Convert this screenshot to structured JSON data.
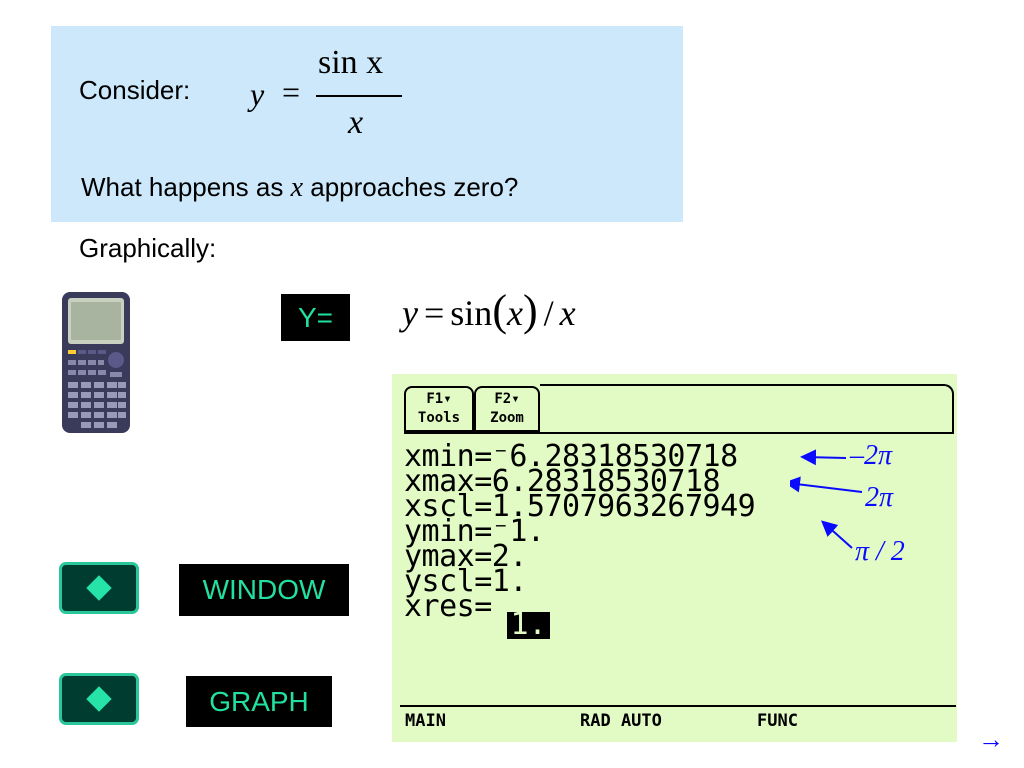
{
  "header": {
    "consider_label": "Consider:",
    "equation": {
      "lhs": "y",
      "eq": "=",
      "numerator": "sin x",
      "denominator": "x"
    },
    "question_pre": "What happens as ",
    "question_var": "x",
    "question_post": " approaches zero?"
  },
  "graphically_label": "Graphically:",
  "function_entry": {
    "y": "y",
    "eq": "=",
    "sin": "sin",
    "lparen": "(",
    "x": "x",
    "rparen": ")",
    "slash": "/",
    "x2": "x"
  },
  "keys": {
    "y_equals": "Y=",
    "window": "WINDOW",
    "graph": "GRAPH"
  },
  "calculator_screen": {
    "tab1_line1": "F1▾",
    "tab1_line2": "Tools",
    "tab2_line1": "F2▾",
    "tab2_line2": "Zoom",
    "lines": [
      "xmin=⁻6.28318530718",
      "xmax=6.28318530718",
      "xscl=1.5707963267949",
      "ymin=⁻1.",
      "ymax=2.",
      "yscl=1.",
      "xres="
    ],
    "cursor_value": "1.",
    "status_main": "MAIN",
    "status_mode": "RAD AUTO",
    "status_func": "FUNC"
  },
  "annotations": {
    "a1": "–2π",
    "a2": "2π",
    "a3": "π / 2"
  },
  "nav": {
    "next": "→"
  },
  "colors": {
    "box": "#cce8fa",
    "screen": "#e2fbc4",
    "key_text": "#22e0a0",
    "annotation": "#0a0aff"
  }
}
